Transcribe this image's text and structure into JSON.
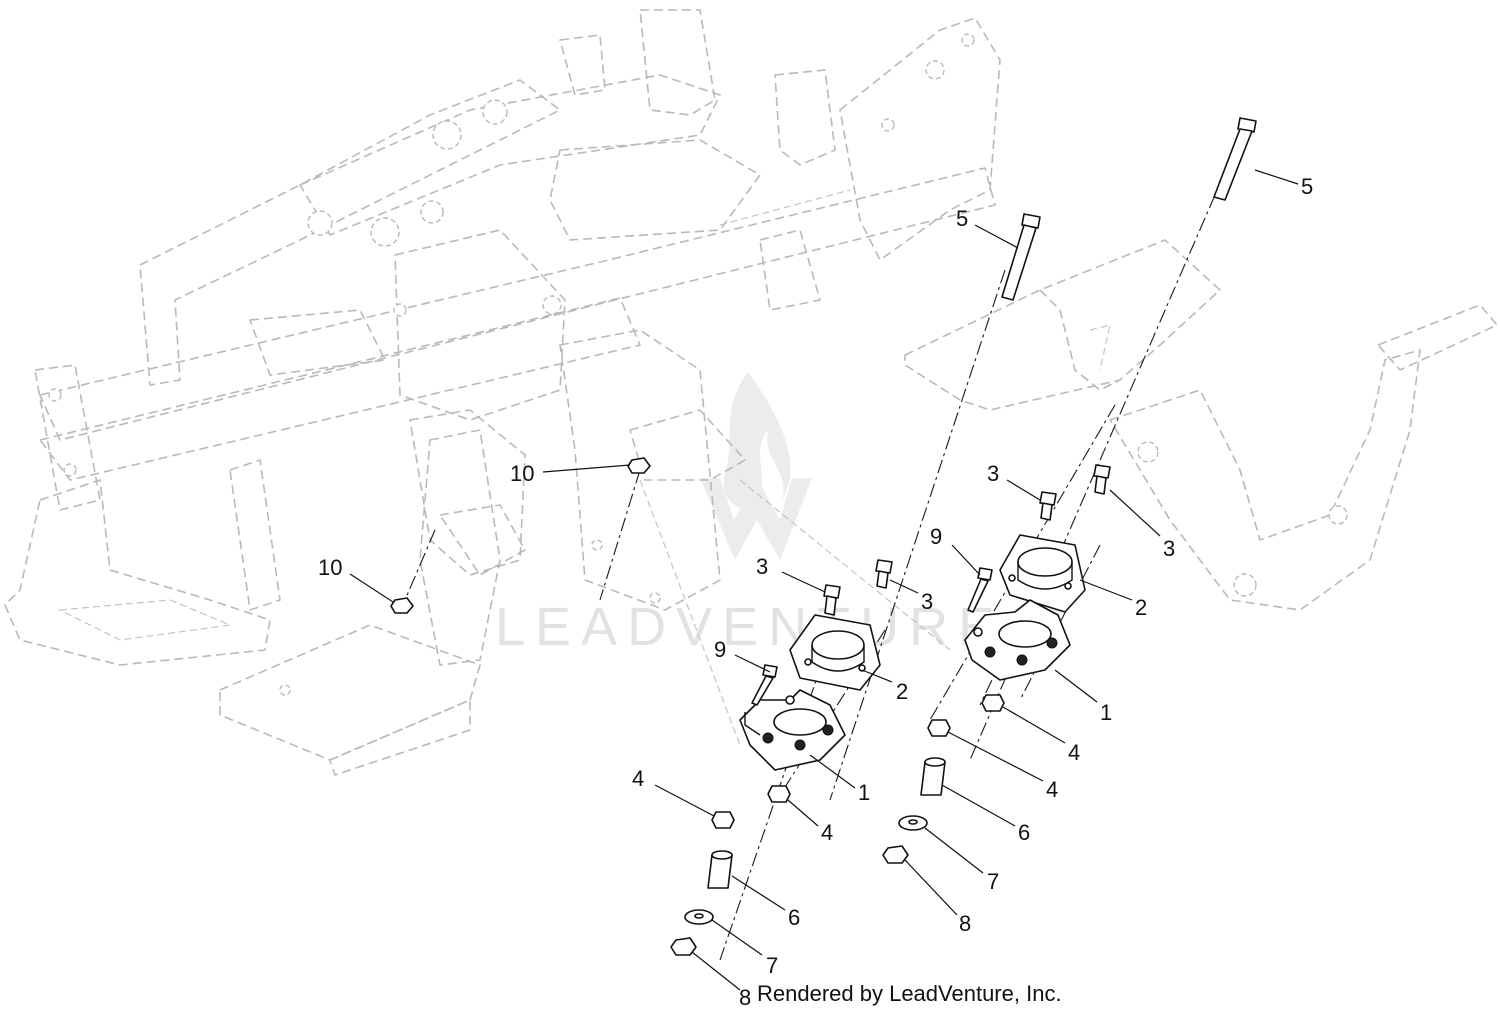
{
  "watermark": {
    "text": "LEADVENTURE"
  },
  "credit": "Rendered by LeadVenture, Inc.",
  "callouts": {
    "part_1_left": "1",
    "part_1_right": "1",
    "part_2_left": "2",
    "part_2_right": "2",
    "part_3_a": "3",
    "part_3_b": "3",
    "part_3_c": "3",
    "part_3_d": "3",
    "part_4_a": "4",
    "part_4_b": "4",
    "part_4_c": "4",
    "part_4_d": "4",
    "part_5_left": "5",
    "part_5_right": "5",
    "part_6_left": "6",
    "part_6_right": "6",
    "part_7_left": "7",
    "part_7_right": "7",
    "part_8_left": "8",
    "part_8_right": "8",
    "part_9_left": "9",
    "part_9_right": "9",
    "part_10_upper": "10",
    "part_10_lower": "10"
  },
  "colors": {
    "part_line": "#111111",
    "ghost_line": "#b9b9b9",
    "watermark": "#e2e2e2"
  }
}
